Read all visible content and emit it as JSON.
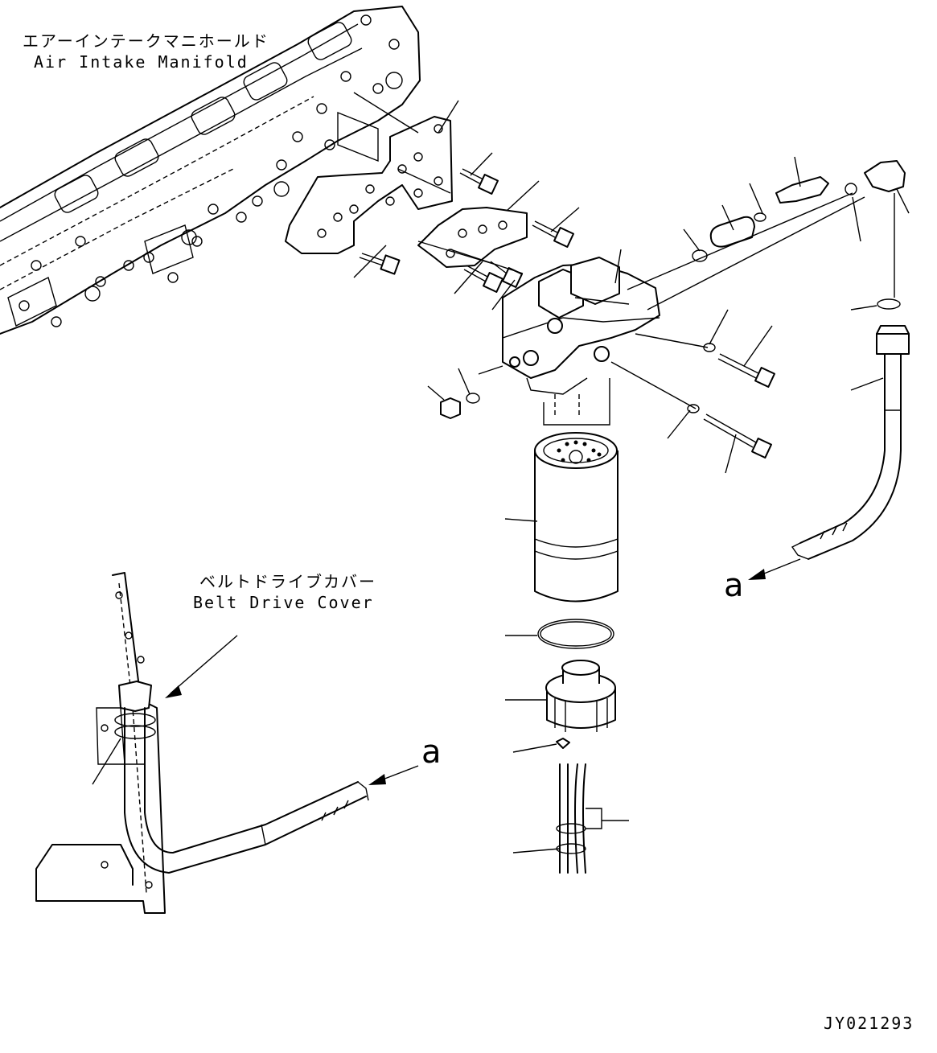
{
  "labels": {
    "manifold_ja": "エアーインテークマニホールド",
    "manifold_en": "Air Intake Manifold",
    "cover_ja": "ベルトドライブカバー",
    "cover_en": "Belt Drive Cover"
  },
  "callouts": {
    "a_upper": "a",
    "a_lower": "a"
  },
  "drawing_number": "JY021293"
}
